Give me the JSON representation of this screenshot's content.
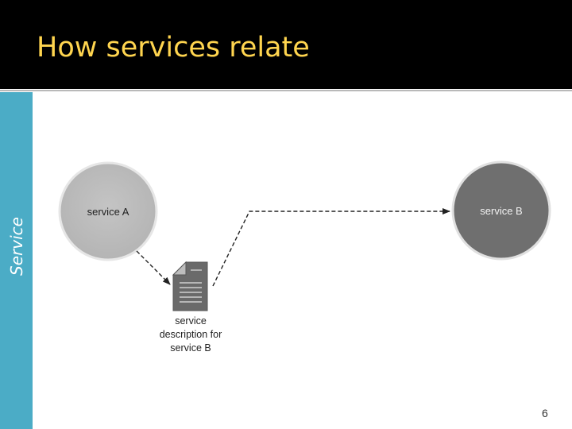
{
  "slide": {
    "title": "How services relate",
    "section_label": "Service",
    "page_number": "6"
  },
  "diagram": {
    "nodes": [
      {
        "id": "service-a",
        "label": "service A",
        "color": "#bdbdbd"
      },
      {
        "id": "service-b",
        "label": "service B",
        "color": "#6f6f6f"
      }
    ],
    "document": {
      "label_lines": [
        "service",
        "description for",
        "service B"
      ]
    },
    "edges": [
      {
        "from": "service-a",
        "to": "document",
        "style": "dashed"
      },
      {
        "from": "document",
        "to": "service-b",
        "style": "dashed"
      }
    ]
  },
  "colors": {
    "header_bg": "#000000",
    "title_text": "#ffd54f",
    "side_band": "#4bacc6"
  }
}
